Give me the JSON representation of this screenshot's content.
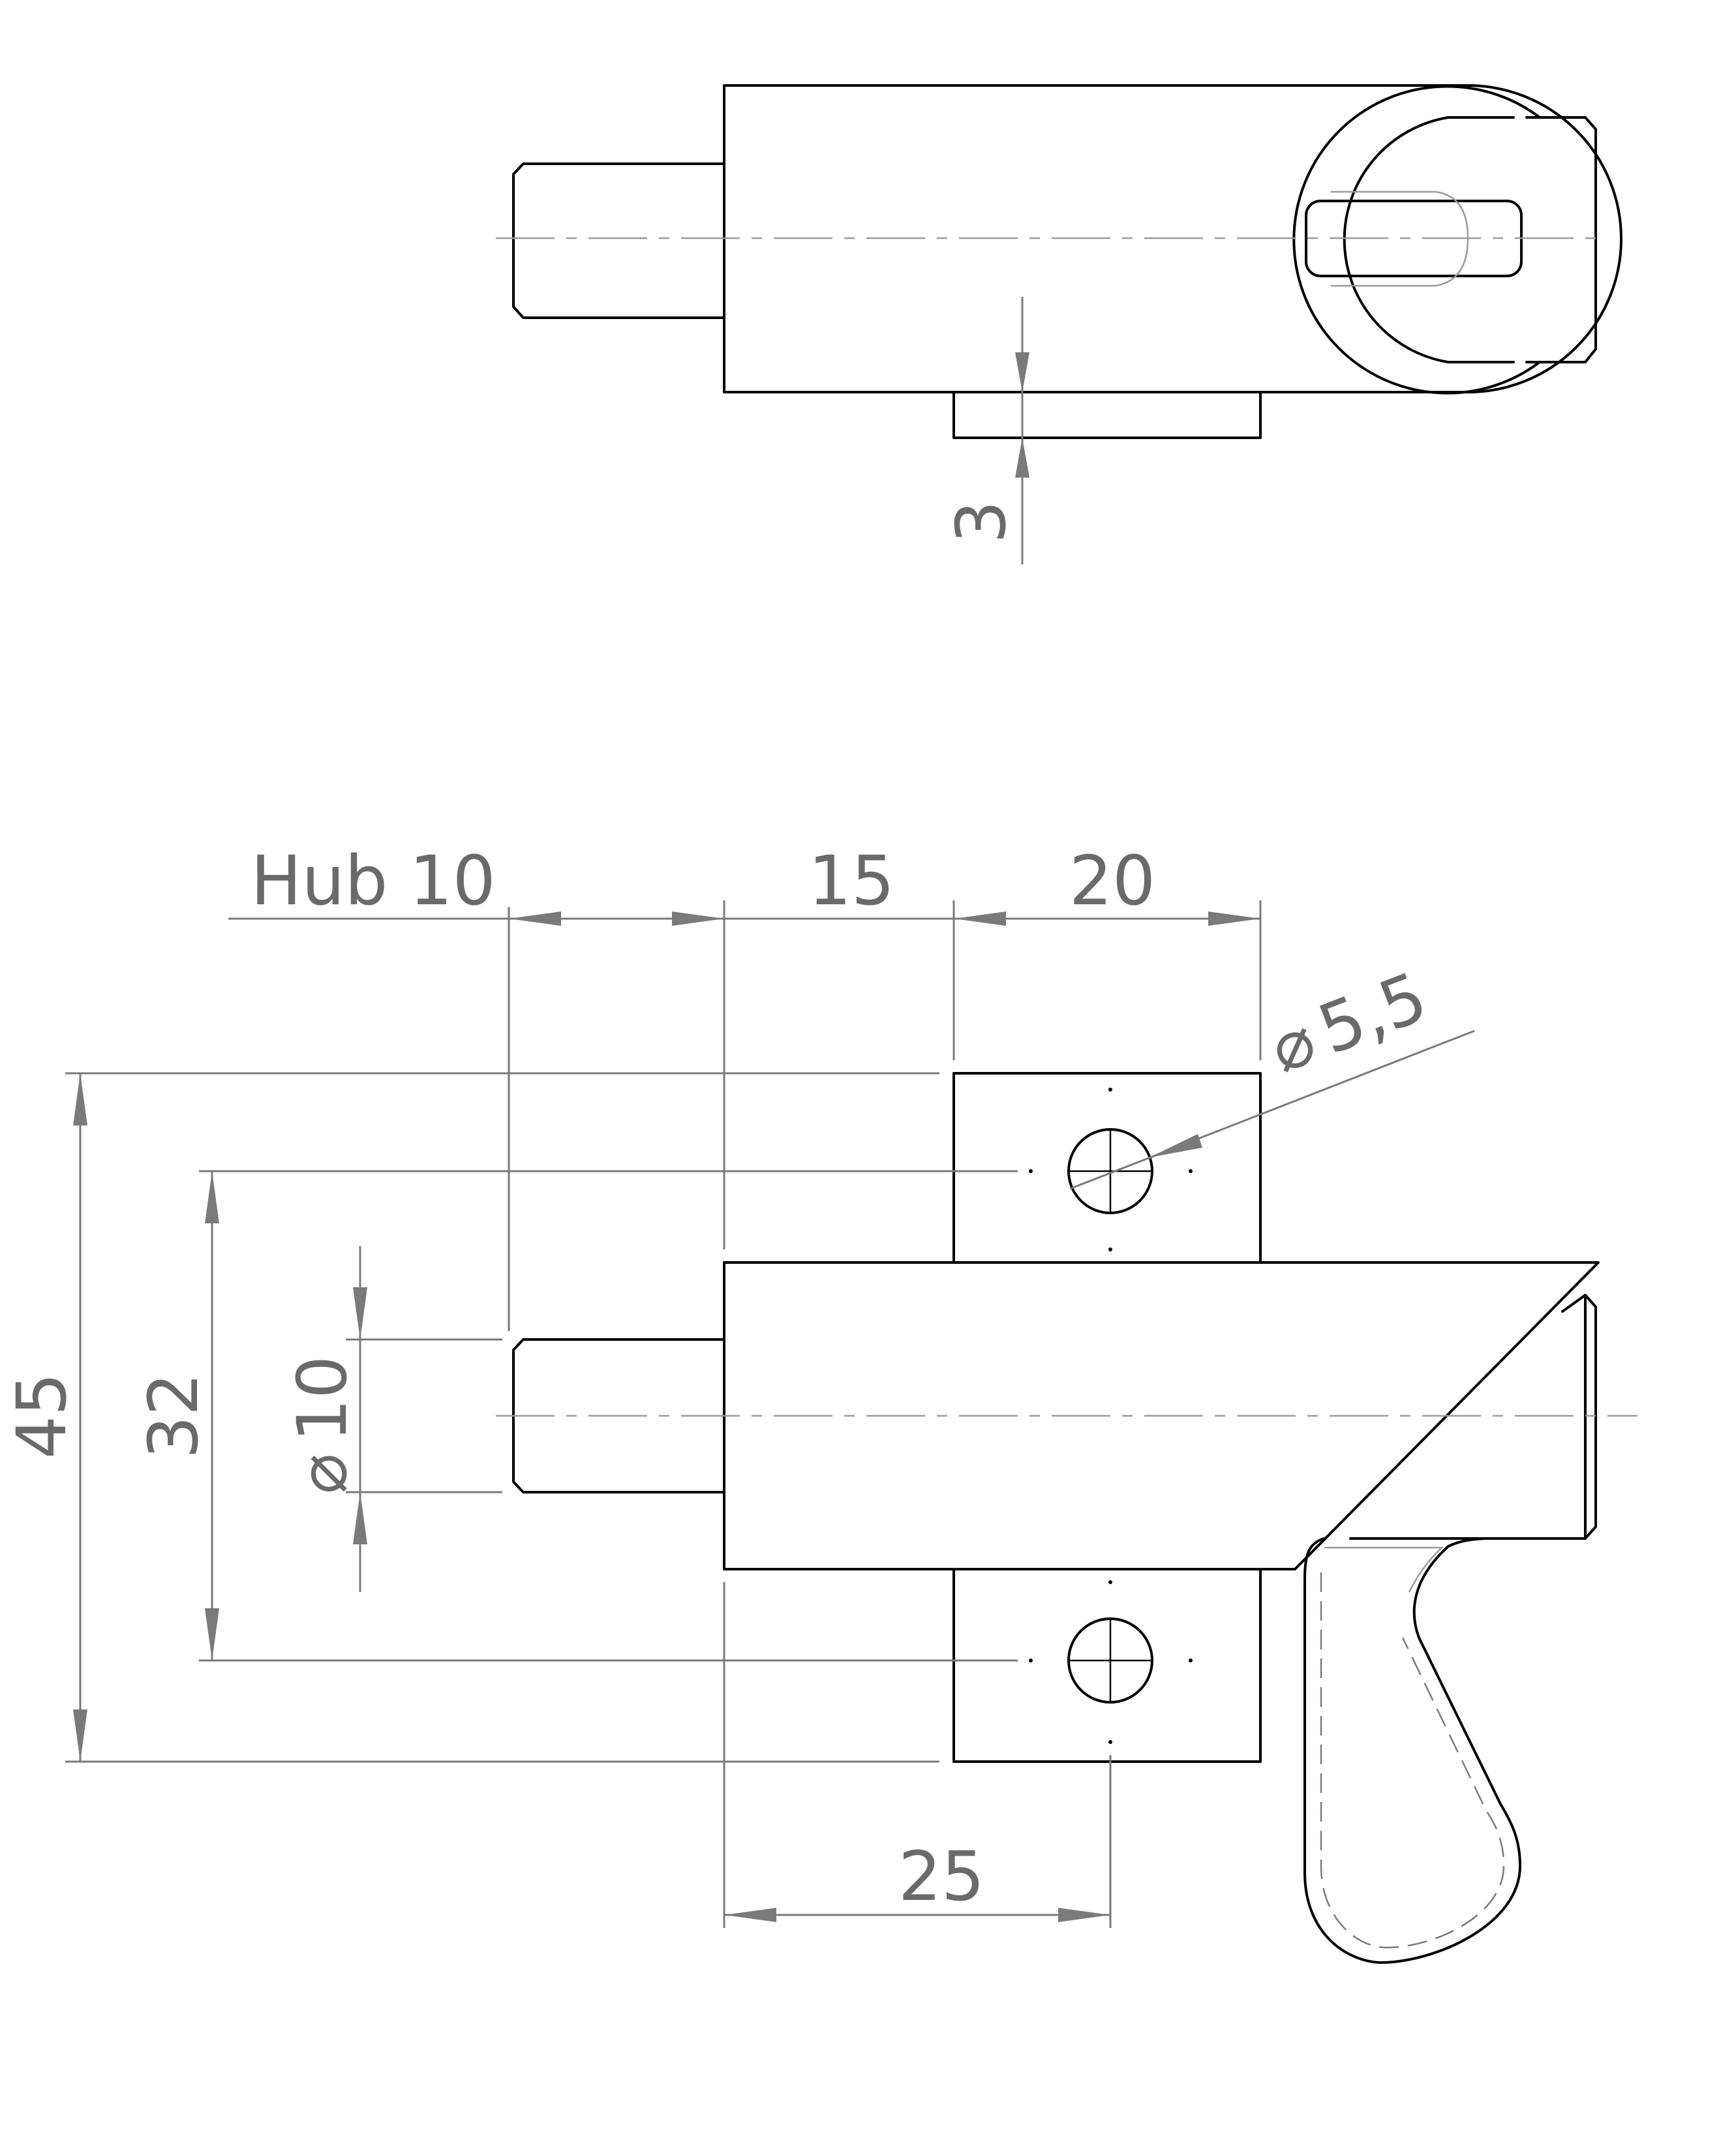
{
  "dimensions": {
    "stroke_label": "Hub 10",
    "d15": "15",
    "d20": "20",
    "hole_diameter": "5,5",
    "height_total": "45",
    "hole_spacing": "32",
    "bolt_diameter": "10",
    "plate_thickness": "3",
    "d25": "25"
  },
  "symbols": {
    "diameter": "⌀"
  }
}
